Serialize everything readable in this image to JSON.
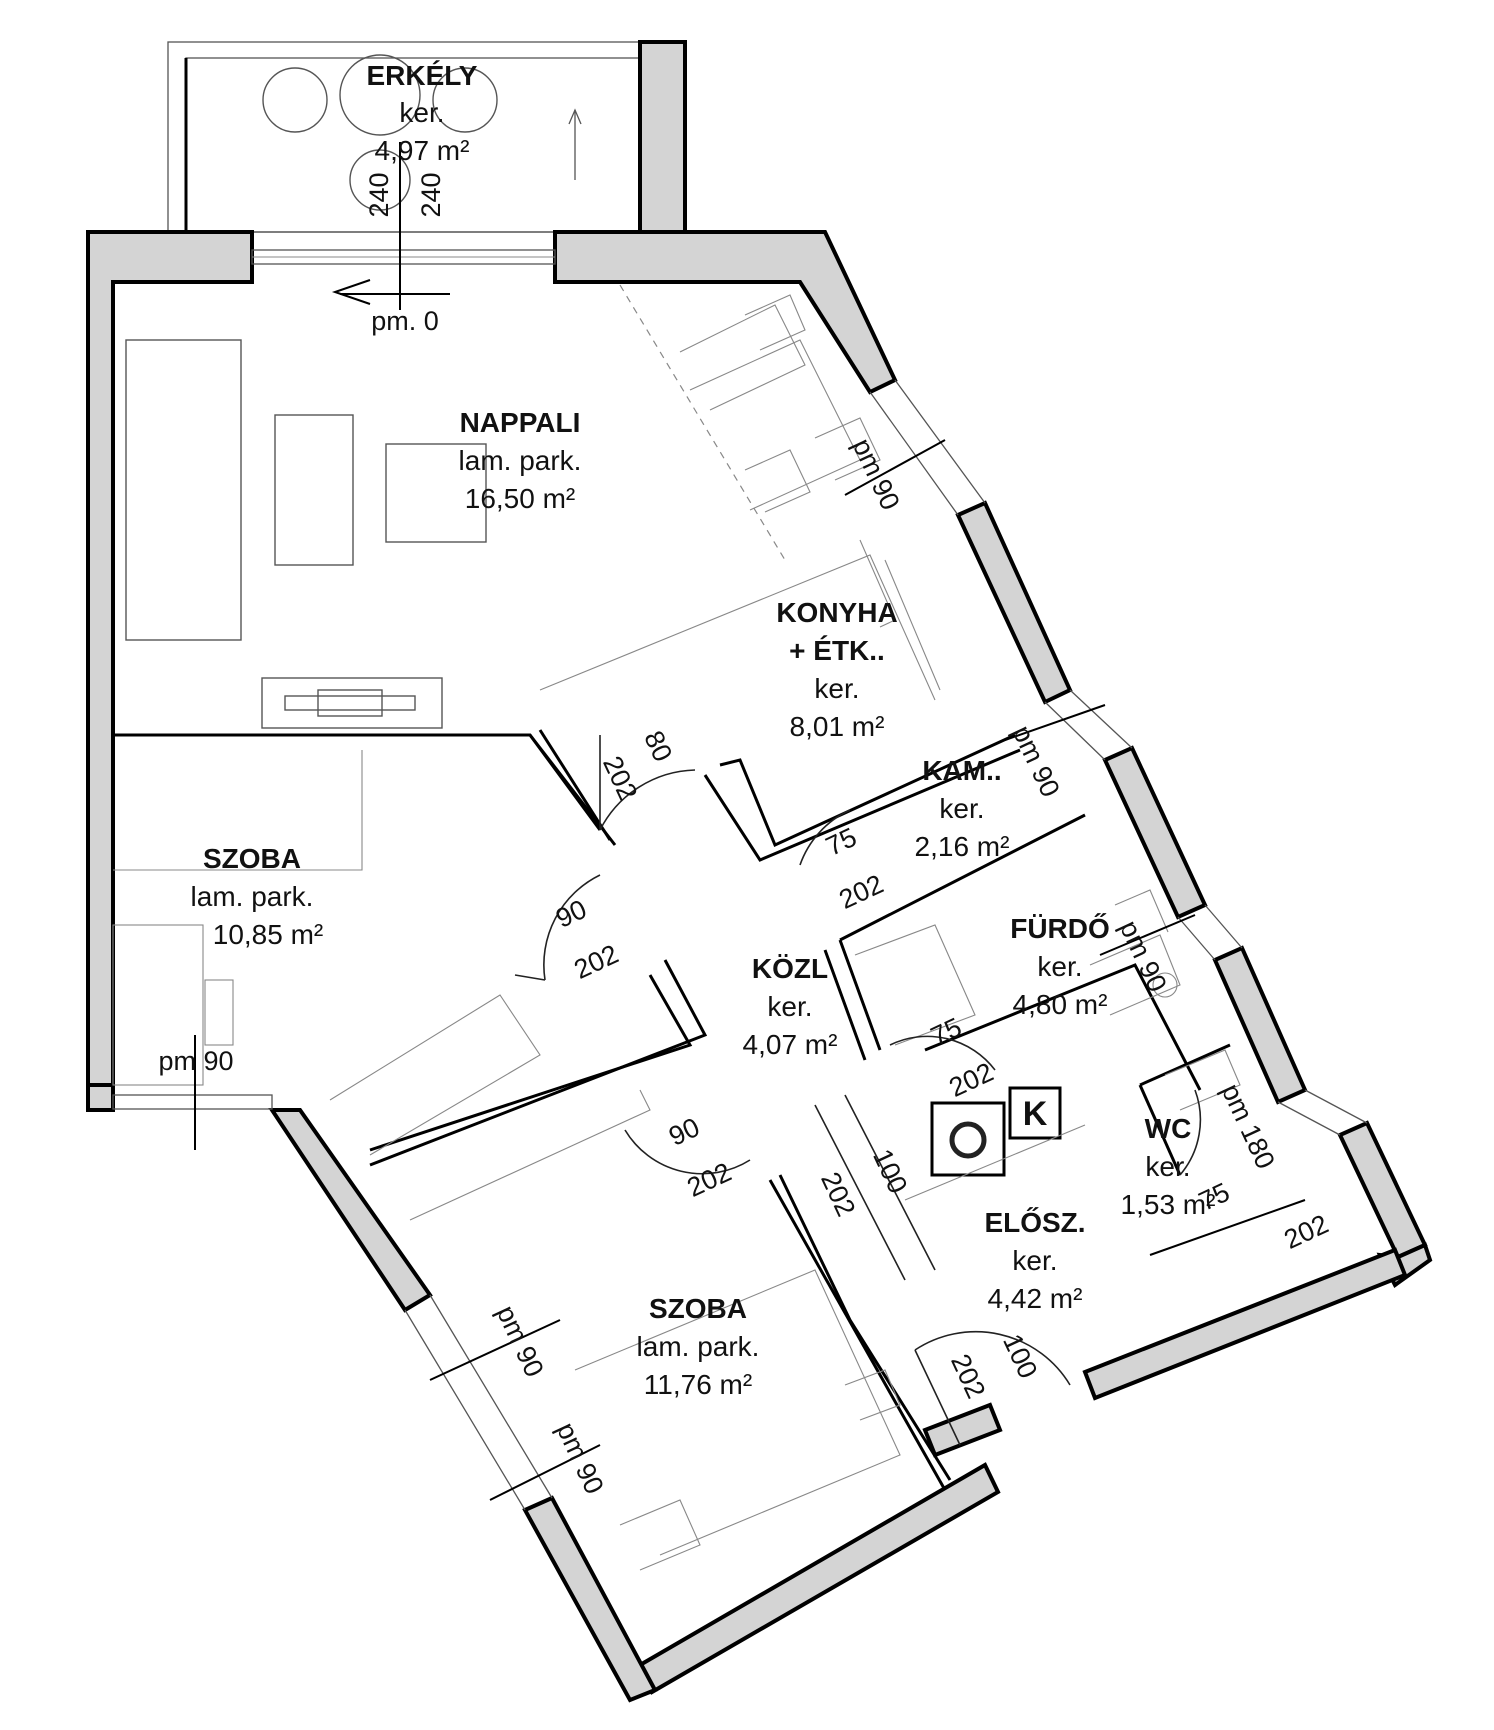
{
  "rooms": [
    {
      "id": "erkely",
      "name": "ERKÉLY",
      "floor": "ker.",
      "area": "4,97 m²"
    },
    {
      "id": "nappali",
      "name": "NAPPALI",
      "floor": "lam. park.",
      "area": "16,50 m²"
    },
    {
      "id": "konyha",
      "name": "KONYHA",
      "name2": "+ ÉTK..",
      "floor": "ker.",
      "area": "8,01 m²"
    },
    {
      "id": "kamra",
      "name": "KAM..",
      "floor": "ker.",
      "area": "2,16 m²"
    },
    {
      "id": "szoba1",
      "name": "SZOBA",
      "floor": "lam. park.",
      "area": "10,85 m²"
    },
    {
      "id": "furdo",
      "name": "FÜRDŐ",
      "floor": "ker.",
      "area": "4,80 m²"
    },
    {
      "id": "kozl",
      "name": "KÖZL",
      "floor": "ker.",
      "area": "4,07 m²"
    },
    {
      "id": "wc",
      "name": "WC",
      "floor": "ker.",
      "area": "1,53 m²"
    },
    {
      "id": "elosz",
      "name": "ELŐSZ.",
      "floor": "ker.",
      "area": "4,42 m²"
    },
    {
      "id": "szoba2",
      "name": "SZOBA",
      "floor": "lam. park.",
      "area": "11,76 m²"
    }
  ],
  "dimensions": {
    "balcony_door_h1": "240",
    "balcony_door_h2": "240",
    "balcony_sill": "pm. 0",
    "kitchen_window": "pm 90",
    "kamra_window": "pm 90",
    "furdo_window": "pm 90",
    "wc_window": "pm 180",
    "szoba1_window": "pm 90",
    "szoba2_window_a": "pm 90",
    "szoba2_window_b": "pm 90",
    "door_kitchen_w": "80",
    "door_kitchen_h": "202",
    "door_kamra_w": "75",
    "door_kamra_h": "202",
    "door_szoba1_w": "90",
    "door_szoba1_h": "202",
    "door_furdo_w": "75",
    "door_furdo_h": "202",
    "door_szoba2_w": "90",
    "door_szoba2_h": "202",
    "door_kozl_w": "100",
    "door_kozl_h": "202",
    "door_wc_w": "75",
    "door_wc_h": "202",
    "door_entry_w": "100",
    "door_entry_h": "202",
    "chimney_letter": "K"
  }
}
